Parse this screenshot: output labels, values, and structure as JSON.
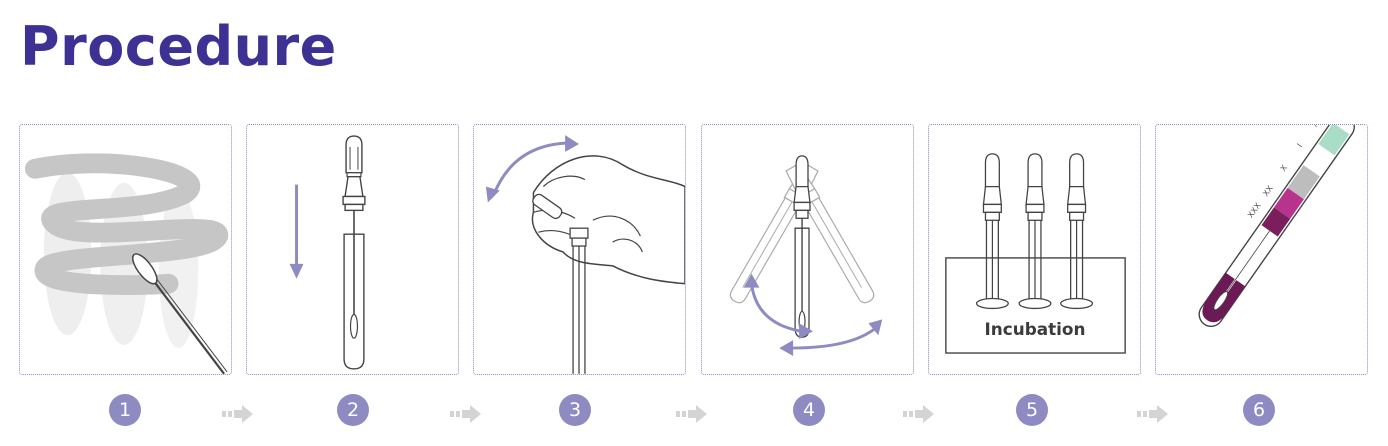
{
  "header": {
    "title": "Procedure"
  },
  "steps": [
    {
      "number": "1"
    },
    {
      "number": "2"
    },
    {
      "number": "3"
    },
    {
      "number": "4"
    },
    {
      "number": "5",
      "label": "Incubation"
    },
    {
      "number": "6",
      "test_labels": [
        "XXX",
        "XX",
        "X",
        "I",
        "/"
      ]
    }
  ],
  "colors": {
    "title": "#3e3194",
    "badge": "#8e8bc2",
    "panel_border": "#8a86bd",
    "arrow": "#8e8bc2",
    "flow_arrow": "#d4d4d4",
    "result_xxx": "#7a1f5c",
    "result_xx": "#b8338d",
    "result_x": "#bdbdbd",
    "result_i": "#a9ddc6"
  }
}
